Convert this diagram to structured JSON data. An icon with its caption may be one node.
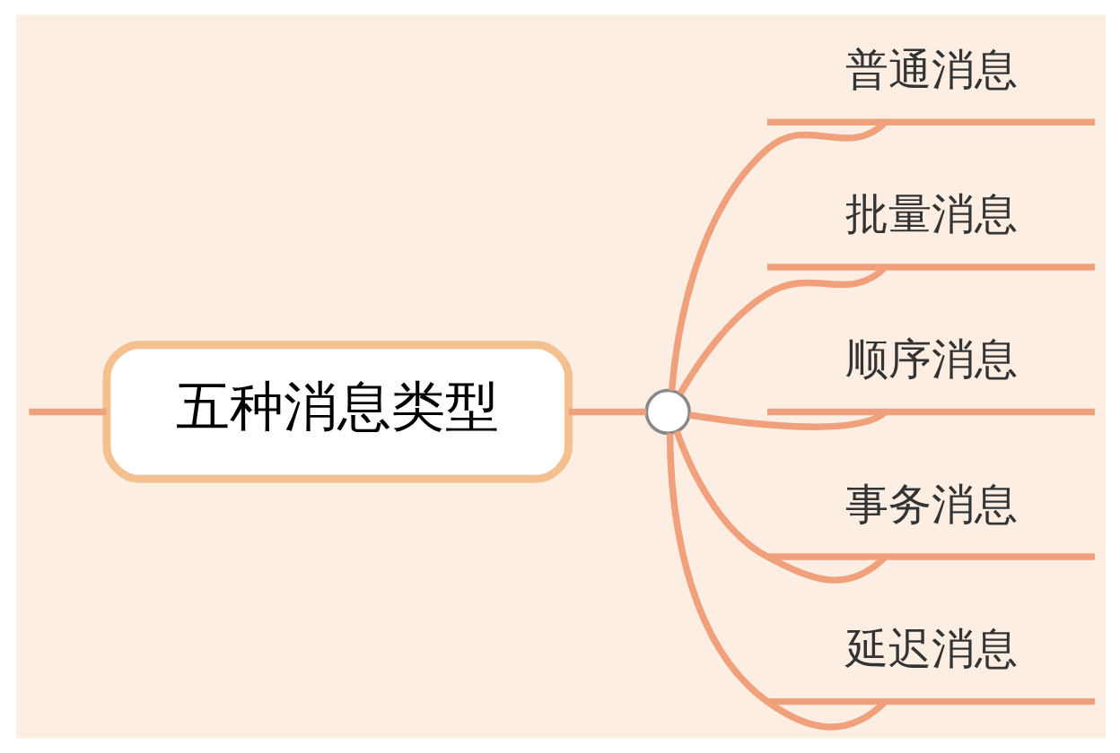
{
  "diagram": {
    "nodes": [
      {
        "text": [
          "五种消息类型"
        ]
      },
      {
        "text": [],
        "shape": "circle"
      },
      {
        "text": [
          "普通消息"
        ]
      },
      {
        "text": [
          "批量消息"
        ]
      },
      {
        "text": [
          "顺序消息"
        ]
      },
      {
        "text": [
          "事务消息"
        ]
      },
      {
        "text": [
          "延迟消息"
        ]
      }
    ],
    "edges": [
      {
        "from": null,
        "to": 0,
        "arrow": "none"
      },
      {
        "from": 0,
        "to": 1,
        "arrow": "none"
      },
      {
        "from": 1,
        "to": 2,
        "arrow": "none"
      },
      {
        "from": 1,
        "to": 3,
        "arrow": "none"
      },
      {
        "from": 1,
        "to": 4,
        "arrow": "none"
      },
      {
        "from": 1,
        "to": 5,
        "arrow": "none"
      },
      {
        "from": 1,
        "to": 6,
        "arrow": "none"
      }
    ]
  }
}
